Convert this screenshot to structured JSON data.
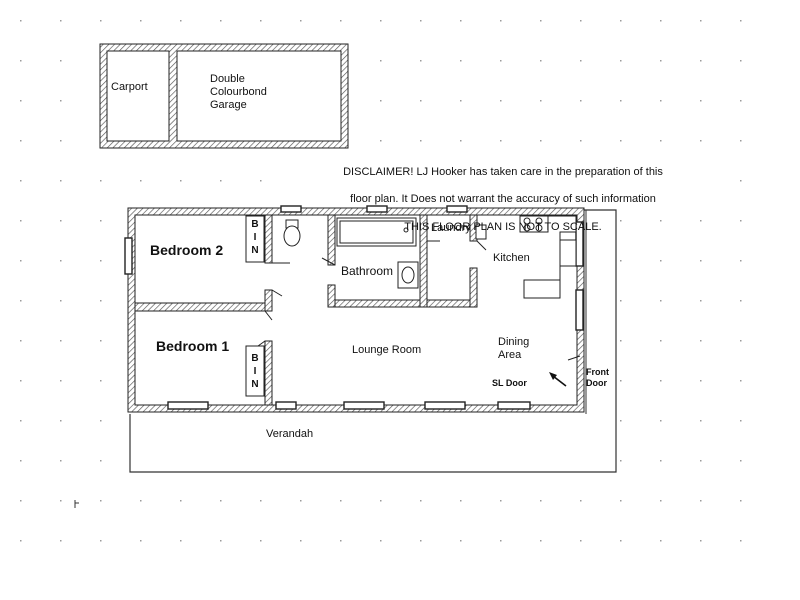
{
  "labels": {
    "carport": "Carport",
    "garage": "Double\nColourbond\nGarage",
    "disclaimer_line1": "DISCLAIMER! LJ Hooker has taken care in the preparation of this",
    "disclaimer_line2": "floor plan. It Does not warrant the accuracy of such information",
    "disclaimer_line3": "THIS FLOOR PLAN IS NOT TO SCALE.",
    "bedroom2": "Bedroom 2",
    "bedroom1": "Bedroom 1",
    "bin_top": "B\nI\nN",
    "bin_bottom": "B\nI\nN",
    "bathroom": "Bathroom",
    "laundry": "Laundry",
    "kitchen": "Kitchen",
    "lounge": "Lounge Room",
    "dining": "Dining\nArea",
    "sl_door": "SL Door",
    "front_door": "Front\nDoor",
    "verandah": "Verandah"
  },
  "colors": {
    "wall": "#222222",
    "hatch": "#555555",
    "window": "#333333",
    "dots": "#9a9a9a"
  }
}
